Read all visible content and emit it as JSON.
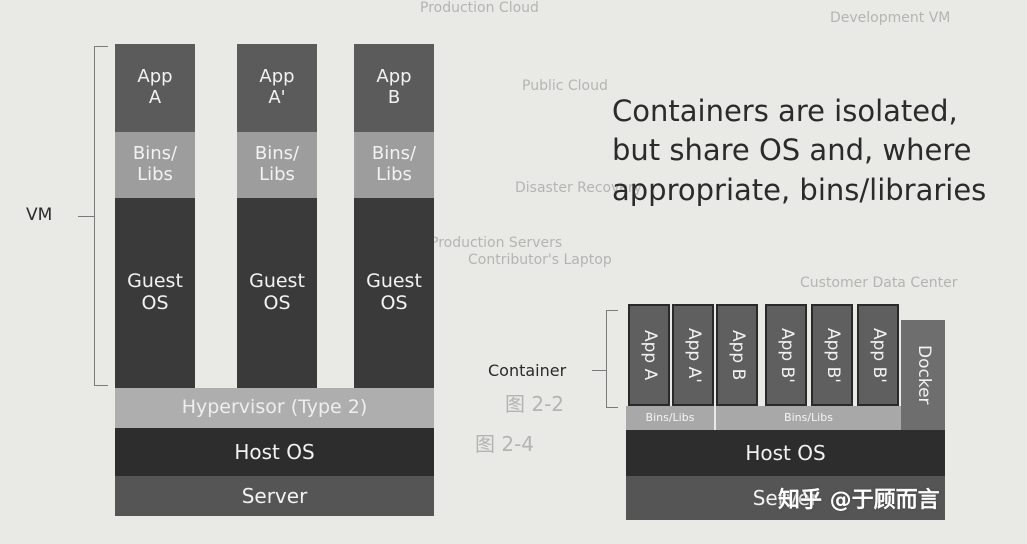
{
  "vm_stack": {
    "columns": [
      {
        "app": "App\nA",
        "bins": "Bins/\nLibs",
        "guest": "Guest\nOS"
      },
      {
        "app": "App\nA'",
        "bins": "Bins/\nLibs",
        "guest": "Guest\nOS"
      },
      {
        "app": "App\nB",
        "bins": "Bins/\nLibs",
        "guest": "Guest\nOS"
      }
    ],
    "hypervisor": "Hypervisor (Type 2)",
    "host_os": "Host OS",
    "server": "Server",
    "vm_label": "VM"
  },
  "container_stack": {
    "apps": [
      "App A",
      "App A'",
      "App B",
      "App B'",
      "App B'",
      "App B'"
    ],
    "bins_left": "Bins/Libs",
    "bins_right": "Bins/Libs",
    "docker": "Docker",
    "host_os": "Host OS",
    "server": "Server",
    "container_label": "Container"
  },
  "caption": "Containers are isolated,\nbut share OS and, where\nappropriate, bins/libraries",
  "watermark": "知乎 @于顾而言",
  "background_text": {
    "production_cloud": "Production Cloud",
    "development_vm": "Development VM",
    "public_cloud": "Public Cloud",
    "disaster_recovery": "Disaster Recovery",
    "production_servers": "Production Servers",
    "contributors_laptop": "Contributor's Laptop",
    "customer_data_center": "Customer Data Center",
    "figure_22": "图 2-2",
    "figure_24": "图 2-4"
  },
  "colors": {
    "app": "#5b5b5b",
    "bins": "#9d9d9d",
    "guest_os": "#3a3a3a",
    "hypervisor": "#aeaeae",
    "host_os": "#2d2d2d",
    "server": "#555555",
    "background": "#e9e9e6"
  }
}
